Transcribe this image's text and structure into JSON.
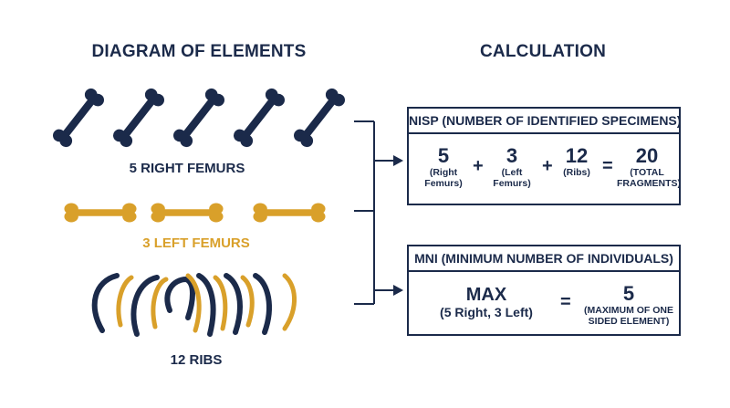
{
  "headings": {
    "diagram": "DIAGRAM OF ELEMENTS",
    "calculation": "CALCULATION"
  },
  "labels": {
    "right_femurs": "5 RIGHT FEMURS",
    "left_femurs": "3 LEFT FEMURS",
    "ribs": "12 RIBS"
  },
  "colors": {
    "navy": "#1b2a4a",
    "gold": "#d9a02a"
  },
  "counts": {
    "right_femur_icons": 5,
    "left_femur_icons": 3,
    "rib_icons": 12
  },
  "nisp": {
    "title": "NISP (NUMBER OF IDENTIFIED SPECIMENS)",
    "terms": [
      {
        "value": "5",
        "sub1": "(Right",
        "sub2": "Femurs)"
      },
      {
        "value": "3",
        "sub1": "(Left",
        "sub2": "Femurs)"
      },
      {
        "value": "12",
        "sub1": "(Ribs)",
        "sub2": ""
      },
      {
        "value": "20",
        "sub1": "(TOTAL",
        "sub2": "FRAGMENTS)"
      }
    ],
    "ops": [
      "+",
      "+",
      "="
    ]
  },
  "mni": {
    "title": "MNI (MINIMUM NUMBER OF INDIVIDUALS)",
    "left_main": "MAX",
    "left_sub": "(5 Right, 3 Left)",
    "op": "=",
    "result": "5",
    "result_sub1": "(MAXIMUM OF ONE",
    "result_sub2": "SIDED ELEMENT)"
  }
}
